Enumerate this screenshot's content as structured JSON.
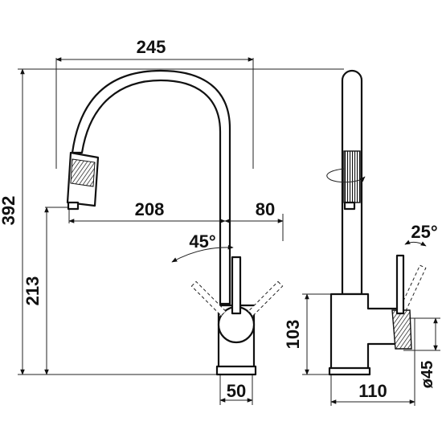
{
  "dimensions": {
    "overall_reach": "245",
    "overall_height": "392",
    "spout_reach": "208",
    "lever_offset": "80",
    "spout_height": "213",
    "base_diameter_front": "50",
    "body_height": "103",
    "base_depth": "110",
    "base_diameter": "ø45"
  },
  "angles": {
    "front_lever": "45°",
    "side_lever": "25°"
  },
  "views": [
    "front-view",
    "side-view"
  ]
}
